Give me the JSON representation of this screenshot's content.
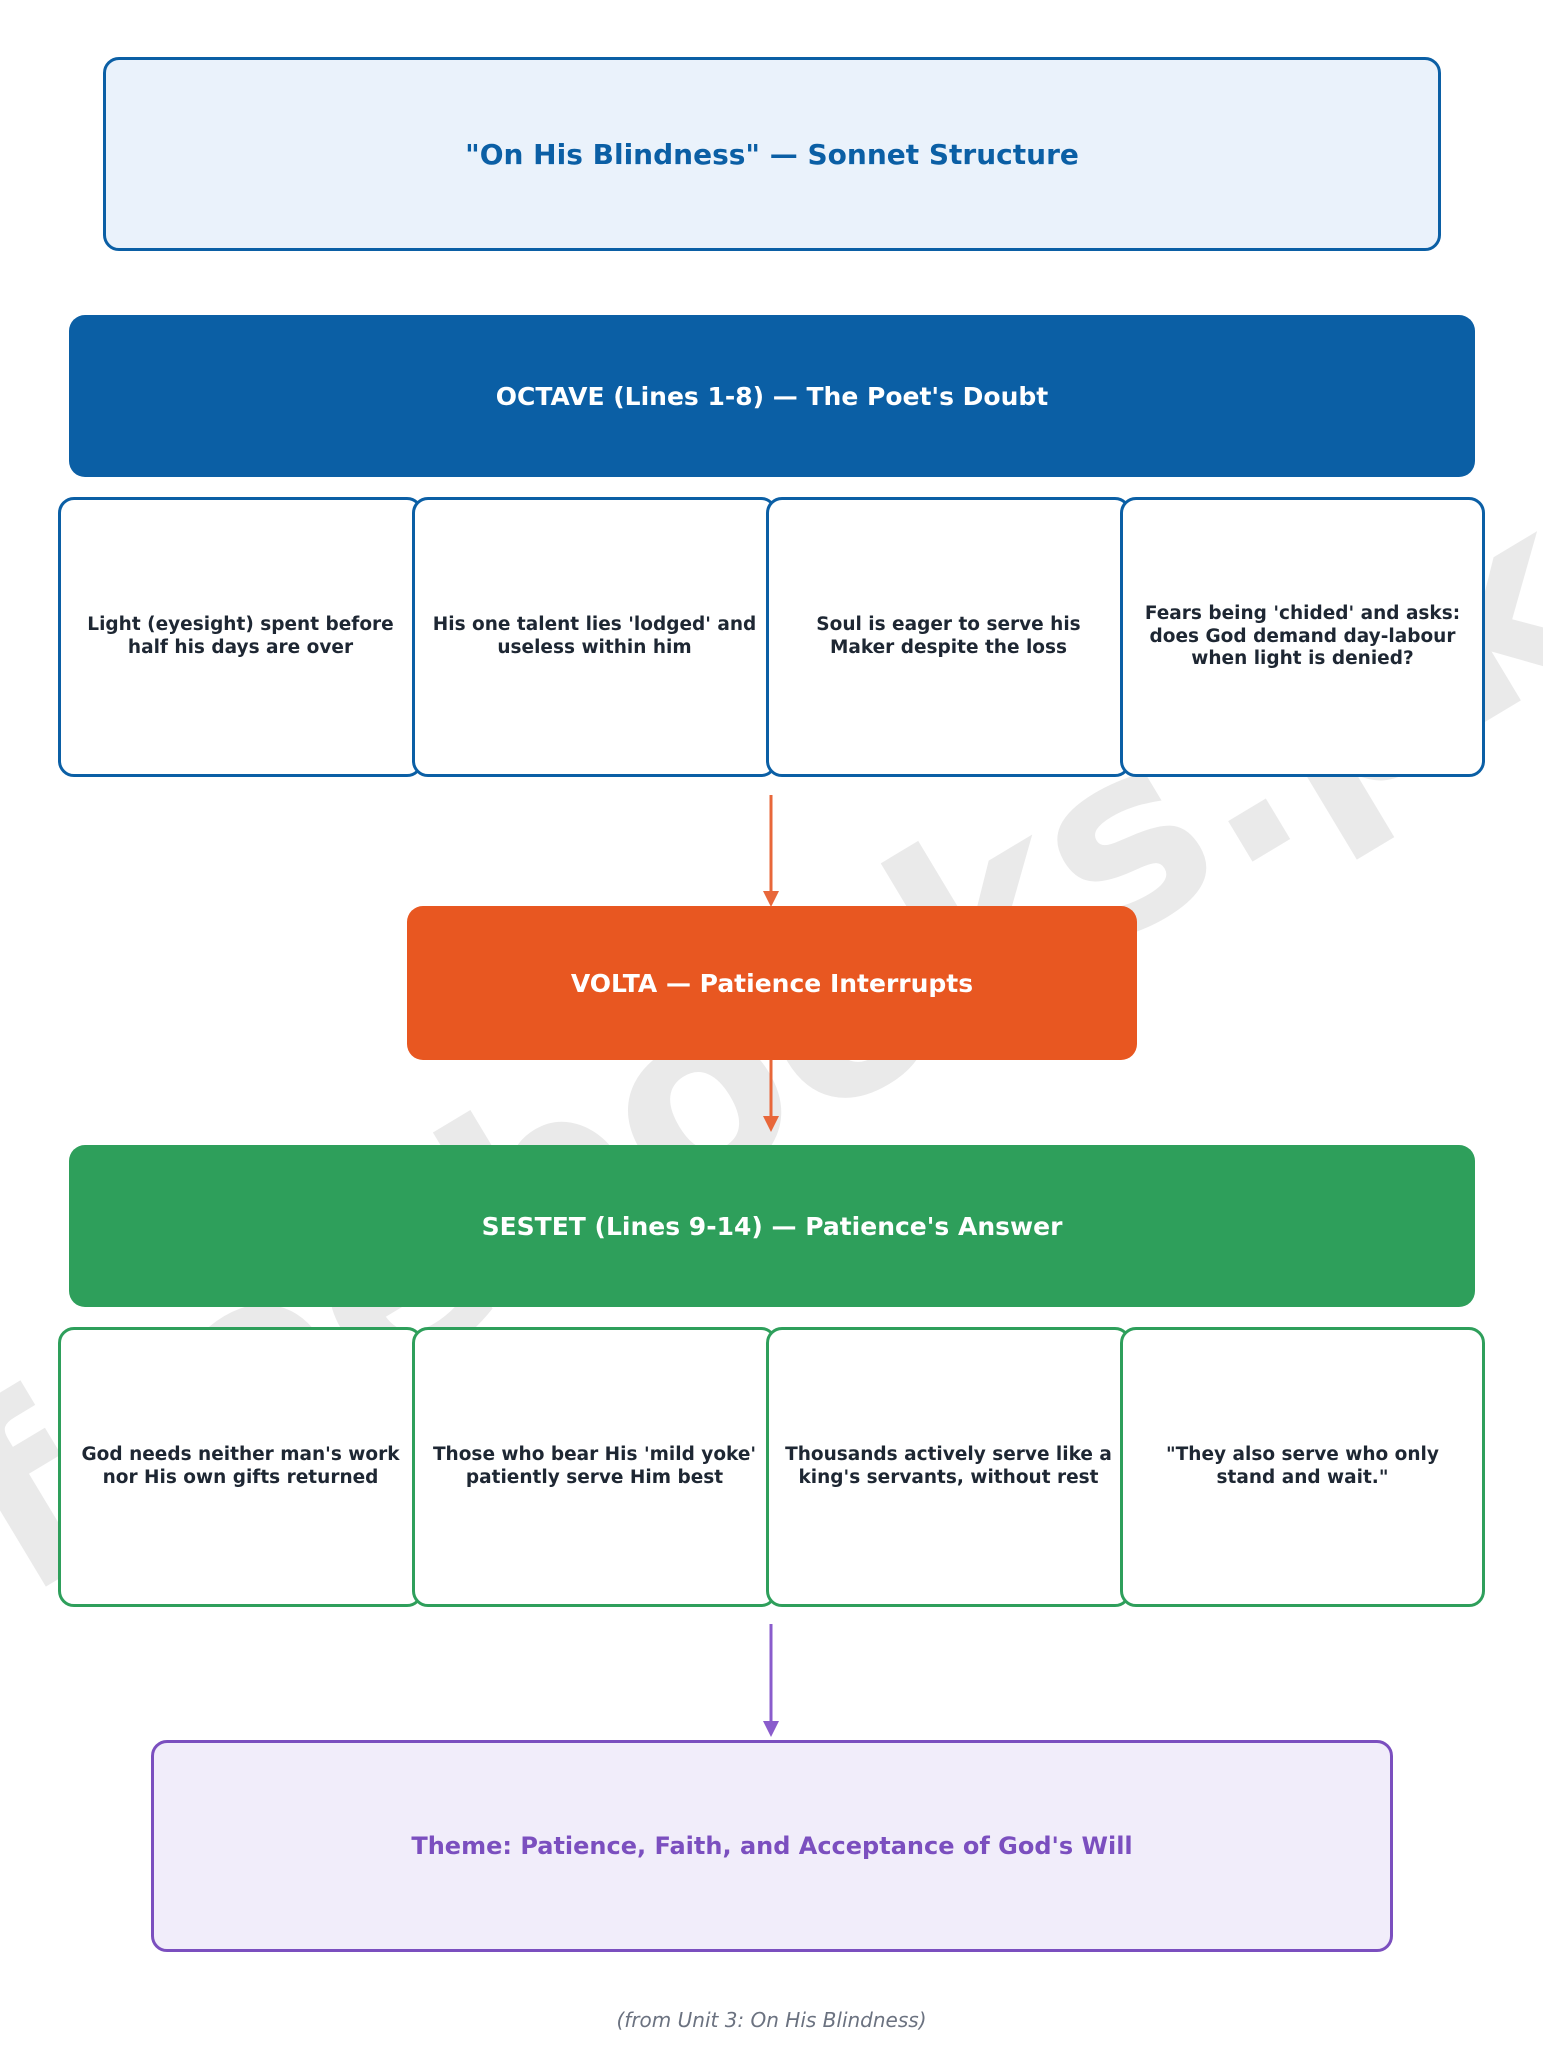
{
  "title": "\"On His Blindness\" — Sonnet Structure",
  "octave": {
    "heading": "OCTAVE (Lines 1-8) — The Poet's Doubt",
    "points": [
      "Light (eyesight) spent before half his days are over",
      "His one talent lies 'lodged' and useless within him",
      "Soul is eager to serve his Maker despite the loss",
      "Fears being 'chided' and asks: does God demand day-labour when light is denied?"
    ]
  },
  "volta": {
    "heading": "VOLTA — Patience Interrupts"
  },
  "sestet": {
    "heading": "SESTET (Lines 9-14) — Patience's Answer",
    "points": [
      "God needs neither man's work nor His own gifts returned",
      "Those who bear His 'mild yoke' patiently serve Him best",
      "Thousands actively serve like a king's servants, without rest",
      "\"They also serve who only stand and wait.\""
    ]
  },
  "theme": {
    "text": "Theme: Patience, Faith, and Acceptance of God's Will"
  },
  "watermark": "freebooks.pk",
  "footer": "(from Unit 3: On His Blindness)",
  "colors": {
    "octave": "#0b5fa5",
    "volta": "#e85721",
    "sestet": "#2e9f5b",
    "theme": "#7b4fbf",
    "title_bg": "#eaf2fb",
    "theme_bg": "#f1edfa"
  }
}
